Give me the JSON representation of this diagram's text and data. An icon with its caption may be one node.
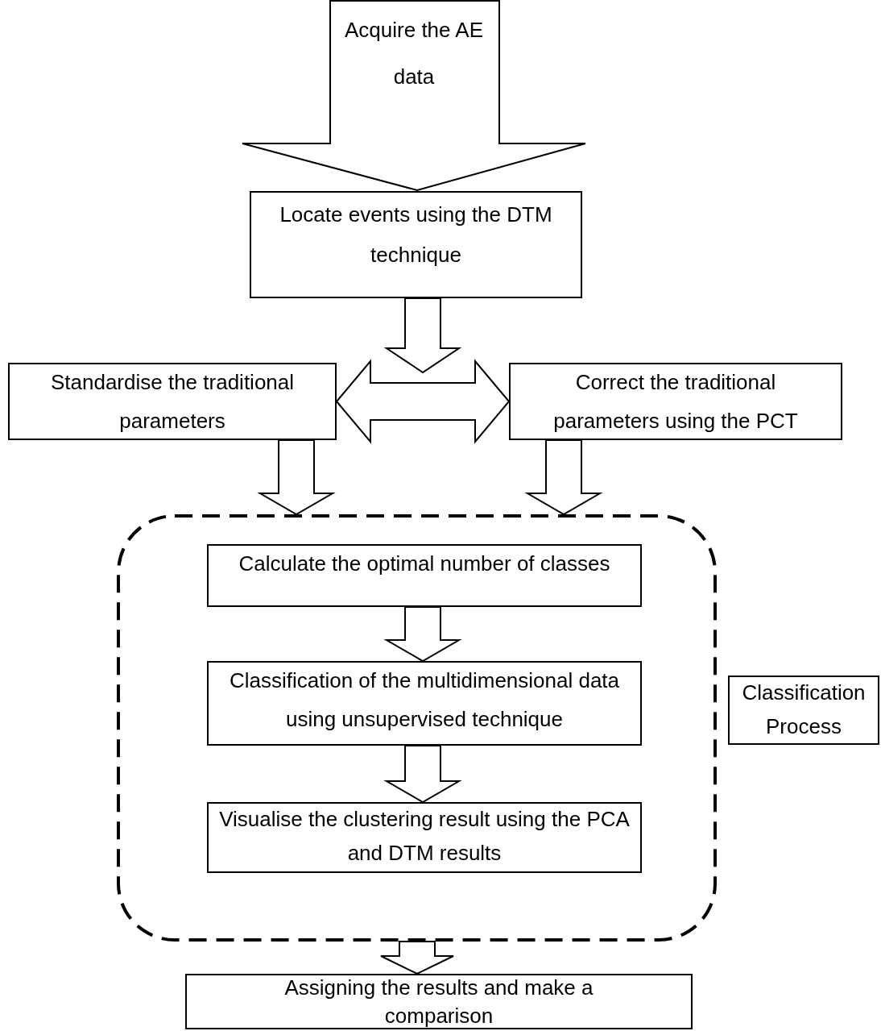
{
  "diagram": {
    "nodes": [
      {
        "text": [
          "Acquire the AE data"
        ]
      },
      {
        "text": [
          "Locate events using the DTM technique"
        ]
      },
      {
        "text": [
          "Standardise the traditional parameters"
        ]
      },
      {
        "text": [
          "Correct the traditional parameters using the PCT"
        ]
      },
      {
        "text": [],
        "shape": "box"
      },
      {
        "text": [
          "Classification Process"
        ]
      },
      {
        "text": [
          "Calculate the optimal number of classes"
        ],
        "in": 4
      },
      {
        "text": [
          "Classification of the multidimensional data using unsupervised technique"
        ],
        "in": 4
      },
      {
        "text": [
          "Visualise the clustering result using the PCA and DTM results"
        ],
        "in": 4
      },
      {
        "text": [
          "Assigning the results and make a comparison"
        ]
      }
    ],
    "edges": [
      {
        "from": 1,
        "to": null,
        "arrow": "to"
      },
      {
        "from": 2,
        "to": 3,
        "arrow": "both"
      },
      {
        "from": 2,
        "to": 4,
        "arrow": "to"
      },
      {
        "from": 3,
        "to": 4,
        "arrow": "to"
      },
      {
        "from": 6,
        "to": 7,
        "arrow": "to"
      },
      {
        "from": 7,
        "to": 8,
        "arrow": "to"
      },
      {
        "from": 4,
        "to": 9,
        "arrow": "to"
      }
    ]
  }
}
